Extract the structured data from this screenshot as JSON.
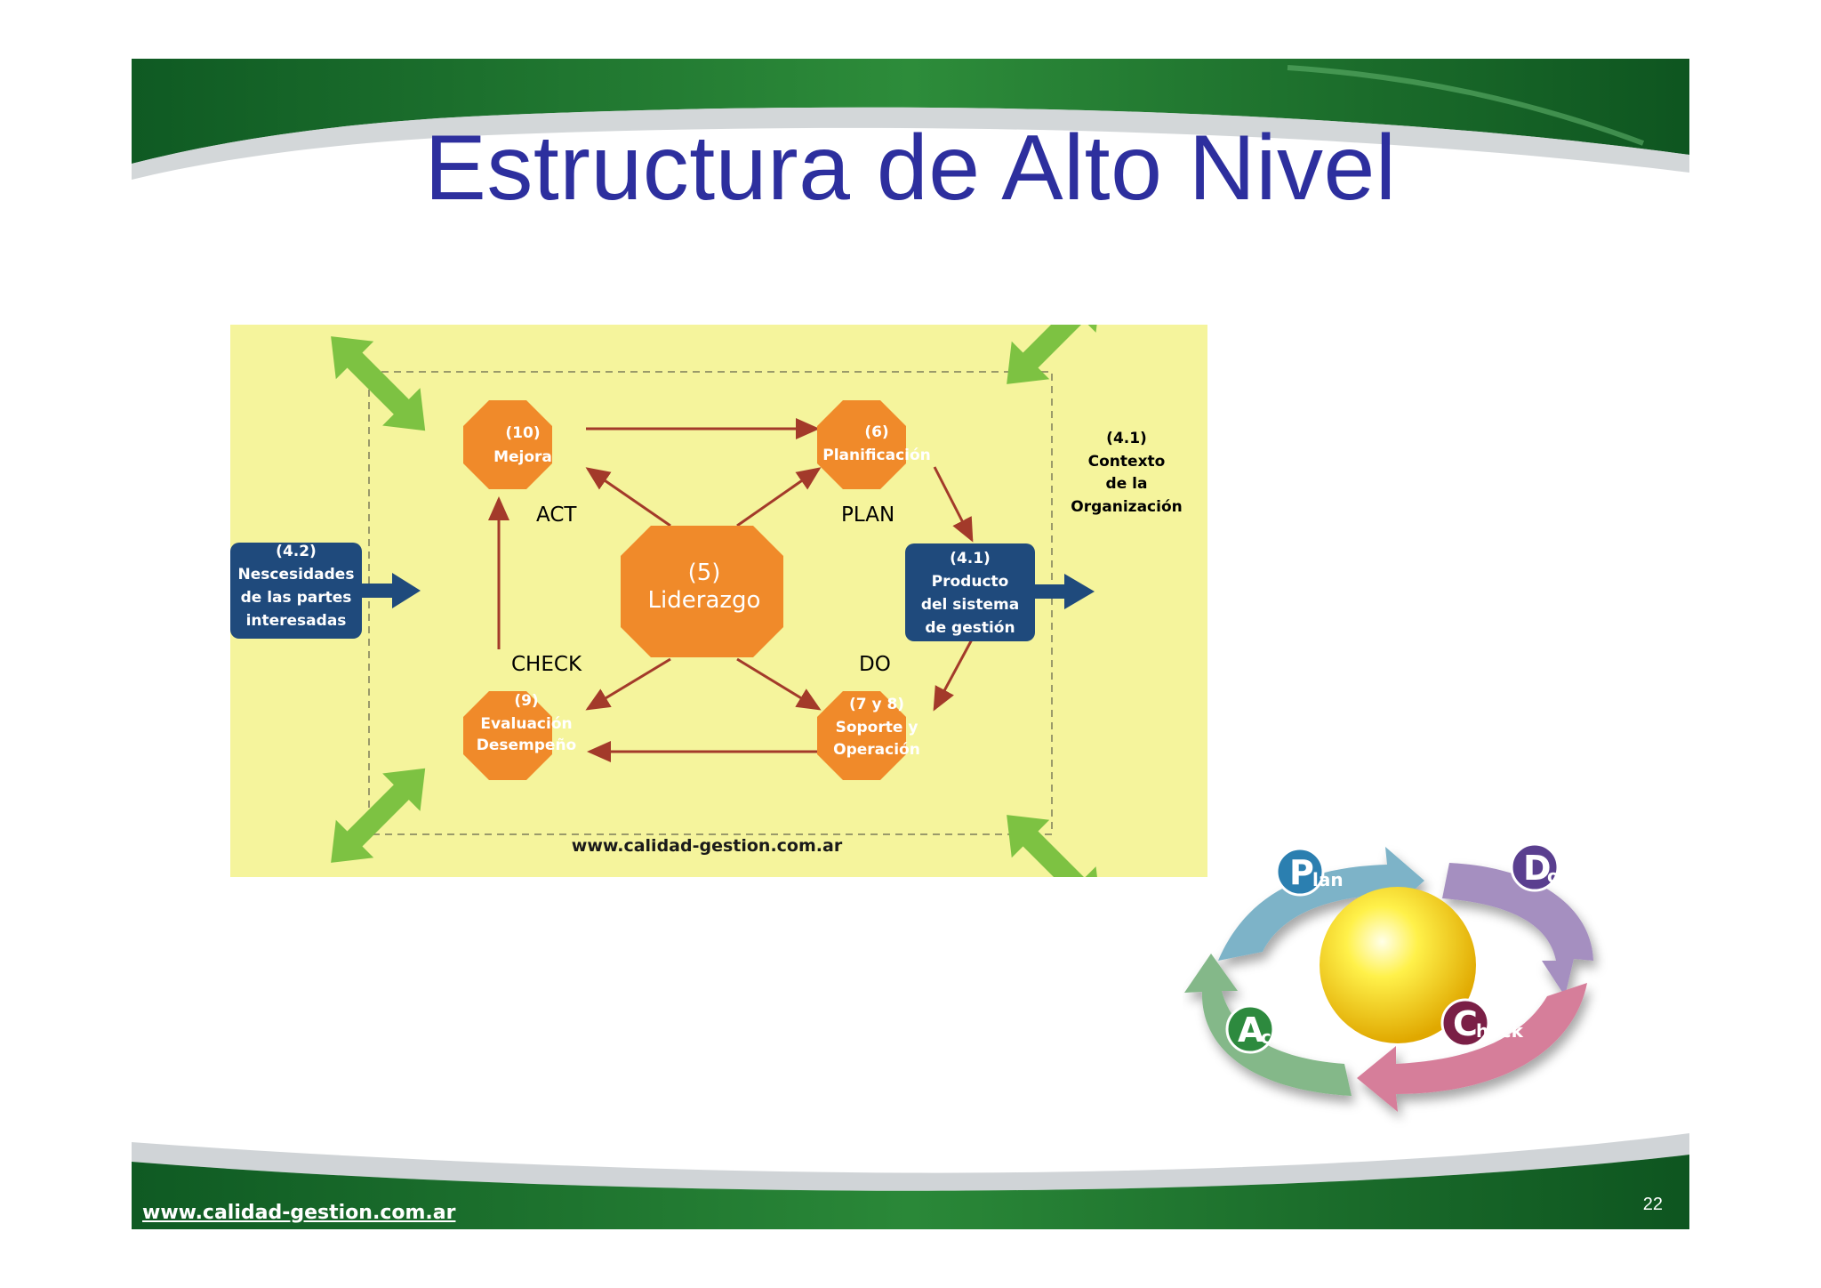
{
  "slide": {
    "title": "Estructura de Alto Nivel",
    "footer_url": "www.calidad-gestion.com.ar",
    "page_number": "22"
  },
  "diagram": {
    "nodes": {
      "mejora": {
        "num": "(10)",
        "label": "Mejora"
      },
      "planificacion": {
        "num": "(6)",
        "label": "Planificación"
      },
      "liderazgo": {
        "num": "(5)",
        "label": "Liderazgo"
      },
      "evaluacion": {
        "num": "(9)",
        "line1": "Evaluación",
        "line2": "Desempeño"
      },
      "soporte": {
        "num": "(7 y 8)",
        "line1": "Soporte y",
        "line2": "Operación"
      }
    },
    "phases": {
      "act": "ACT",
      "plan": "PLAN",
      "check": "CHECK",
      "do": "DO"
    },
    "needs_box": {
      "num": "(4.2)",
      "line1": "Nescesidades",
      "line2": "de las partes",
      "line3": "interesadas"
    },
    "product_box": {
      "num": "(4.1)",
      "line1": "Producto",
      "line2": "del sistema",
      "line3": "de gestión"
    },
    "context": {
      "num": "(4.1)",
      "line1": "Contexto",
      "line2": "de la",
      "line3": "Organización"
    },
    "watermark": "www.calidad-gestion.com.ar",
    "colors": {
      "background": "#f5f49c",
      "octagon": "#f08a2a",
      "box": "#1f4a7c",
      "arrow_green": "#7dc242",
      "arrow_red": "#a33a2a"
    }
  },
  "pdca": {
    "plan": {
      "initial": "P",
      "rest": "lan"
    },
    "do": {
      "initial": "D",
      "rest": "o"
    },
    "check": {
      "initial": "C",
      "rest": "heck"
    },
    "act": {
      "initial": "A",
      "rest": "ct"
    }
  }
}
